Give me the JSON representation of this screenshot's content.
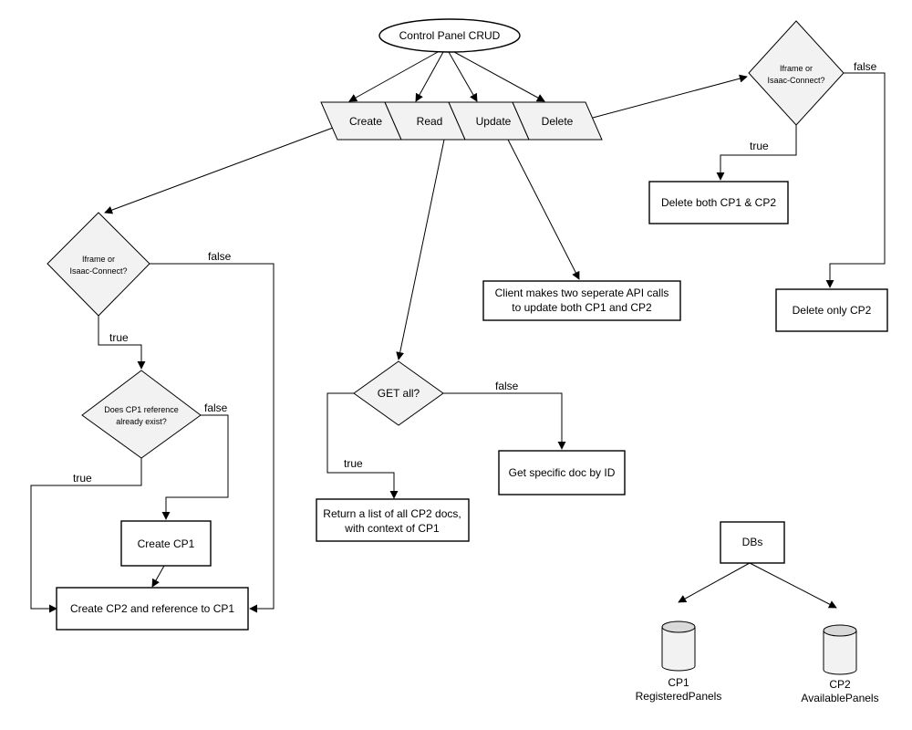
{
  "diagram": {
    "root": "Control Panel CRUD",
    "ops": {
      "create": "Create",
      "read": "Read",
      "update": "Update",
      "delete": "Delete"
    },
    "create_branch": {
      "decision_line1": "Iframe or",
      "decision_line2": "Isaac-Connect?",
      "true_label": "true",
      "false_label": "false",
      "exist_line1": "Does CP1 reference",
      "exist_line2": "already exist?",
      "exist_true": "true",
      "exist_false": "false",
      "create_cp1": "Create CP1",
      "create_cp2": "Create CP2 and reference to CP1"
    },
    "read_branch": {
      "decision": "GET all?",
      "true_label": "true",
      "false_label": "false",
      "return_line1": "Return a list of all CP2 docs,",
      "return_line2": "with context of CP1",
      "get_specific": "Get specific doc by ID"
    },
    "update_branch": {
      "line1": "Client makes two seperate API calls",
      "line2": "to update both CP1 and CP2"
    },
    "delete_branch": {
      "decision_line1": "Iframe or",
      "decision_line2": "Isaac-Connect?",
      "true_label": "true",
      "false_label": "false",
      "delete_both": "Delete both CP1 & CP2",
      "delete_only": "Delete only CP2"
    },
    "dbs": {
      "title": "DBs",
      "cp1_name": "CP1",
      "cp1_sub": "RegisteredPanels",
      "cp2_name": "CP2",
      "cp2_sub": "AvailablePanels"
    }
  }
}
